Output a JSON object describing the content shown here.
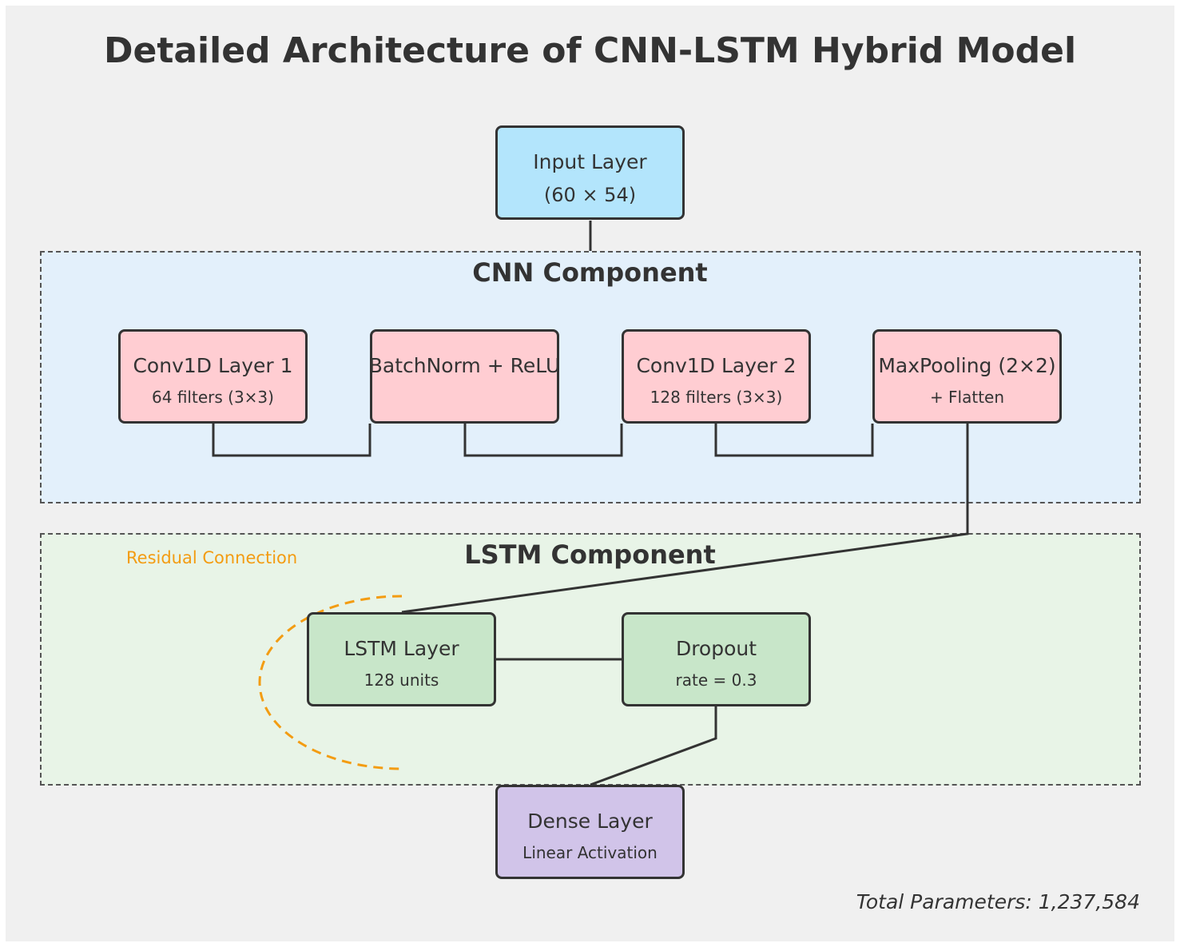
{
  "title": "Detailed Architecture of CNN-LSTM Hybrid Model",
  "input_layer": {
    "name": "Input Layer",
    "detail": "(60 × 54)"
  },
  "cnn_component": {
    "title": "CNN Component",
    "layers": [
      {
        "name": "Conv1D Layer 1",
        "detail": "64 filters (3×3)"
      },
      {
        "name": "BatchNorm + ReLU",
        "detail": ""
      },
      {
        "name": "Conv1D Layer 2",
        "detail": "128 filters (3×3)"
      },
      {
        "name": "MaxPooling (2×2)",
        "detail": "+ Flatten"
      }
    ]
  },
  "lstm_component": {
    "title": "LSTM Component",
    "residual_label": "Residual Connection",
    "layers": [
      {
        "name": "LSTM Layer",
        "detail": "128 units"
      },
      {
        "name": "Dropout",
        "detail": "rate = 0.3"
      }
    ]
  },
  "dense_layer": {
    "name": "Dense Layer",
    "detail": "Linear Activation"
  },
  "total_parameters": "Total Parameters: 1,237,584",
  "colors": {
    "background": "#f0f0f0",
    "input": "#b3e5fc",
    "cnn_group": "#e3f0fb",
    "cnn_node": "#ffcdd2",
    "lstm_group": "#e8f4e7",
    "lstm_node": "#c8e6c9",
    "dense_node": "#d1c4e9",
    "residual": "#f39c12",
    "border": "#333333"
  }
}
